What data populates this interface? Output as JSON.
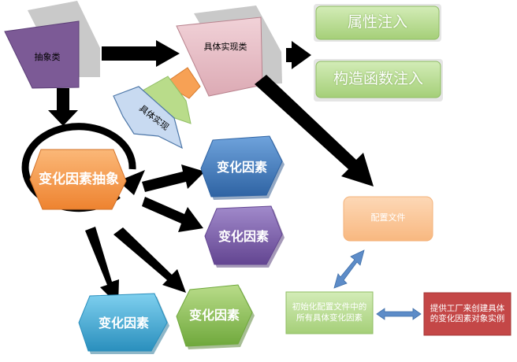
{
  "nodes": {
    "abstract_class": "抽象类",
    "concrete_impl_class": "具体实现类",
    "property_injection": "属性注入",
    "constructor_injection": "构造函数注入",
    "concrete_impl_label": "具体实现",
    "change_factor_abstract": "变化因素抽象",
    "change_factor_1": "变化因素",
    "change_factor_2": "变化因素",
    "change_factor_3": "变化因素",
    "change_factor_4": "变化因素",
    "config_file": "配置文件",
    "init_config": "初始化配置文件中的所有具体变化因素",
    "factory": "提供工厂来创建具体的变化因素对象实例"
  },
  "colors": {
    "abstract": "#7c5a96",
    "concrete": "#e6bfc7",
    "green_box": "#a9d17d",
    "orange": "#f59a4d",
    "blue": "#3e77b6",
    "purple": "#7a5ea6",
    "teal": "#3fa9cf",
    "lime": "#8ec05a",
    "peach": "#fbc79a",
    "red": "#c44747"
  }
}
